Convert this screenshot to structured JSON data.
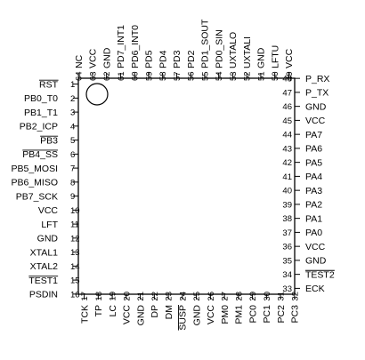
{
  "diagram": {
    "pins": {
      "left": [
        {
          "num": "1",
          "label": "RST",
          "overline": true
        },
        {
          "num": "2",
          "label": "PB0_T0",
          "overline": false
        },
        {
          "num": "3",
          "label": "PB1_T1",
          "overline": false
        },
        {
          "num": "4",
          "label": "PB2_ICP",
          "overline": false
        },
        {
          "num": "5",
          "label": "PB3",
          "overline": true
        },
        {
          "num": "6",
          "label": "PB4_SS",
          "overline": true
        },
        {
          "num": "7",
          "label": "PB5_MOSI",
          "overline": false
        },
        {
          "num": "8",
          "label": "PB6_MISO",
          "overline": false
        },
        {
          "num": "9",
          "label": "PB7_SCK",
          "overline": false
        },
        {
          "num": "10",
          "label": "VCC",
          "overline": false
        },
        {
          "num": "11",
          "label": "LFT",
          "overline": false
        },
        {
          "num": "12",
          "label": "GND",
          "overline": false
        },
        {
          "num": "13",
          "label": "XTAL1",
          "overline": false
        },
        {
          "num": "14",
          "label": "XTAL2",
          "overline": false
        },
        {
          "num": "15",
          "label": "TEST1",
          "overline": true
        },
        {
          "num": "16",
          "label": "PSDIN",
          "overline": false
        }
      ],
      "bottom": [
        {
          "num": "17",
          "label": "TCK",
          "overline": false
        },
        {
          "num": "18",
          "label": "TP",
          "overline": false
        },
        {
          "num": "19",
          "label": "LC",
          "overline": false
        },
        {
          "num": "20",
          "label": "VCC",
          "overline": false
        },
        {
          "num": "21",
          "label": "GND",
          "overline": false
        },
        {
          "num": "22",
          "label": "DP",
          "overline": false
        },
        {
          "num": "23",
          "label": "DM",
          "overline": false
        },
        {
          "num": "24",
          "label": "SUSP",
          "overline": true
        },
        {
          "num": "25",
          "label": "GND",
          "overline": false
        },
        {
          "num": "26",
          "label": "VCC",
          "overline": false
        },
        {
          "num": "27",
          "label": "PM0",
          "overline": false
        },
        {
          "num": "28",
          "label": "PM1",
          "overline": false
        },
        {
          "num": "29",
          "label": "PC0",
          "overline": false
        },
        {
          "num": "30",
          "label": "PC1",
          "overline": false
        },
        {
          "num": "31",
          "label": "PC2",
          "overline": false
        },
        {
          "num": "32",
          "label": "PC3",
          "overline": false
        }
      ],
      "right": [
        {
          "num": "33",
          "label": "ECK",
          "overline": false
        },
        {
          "num": "34",
          "label": "TEST2",
          "overline": true
        },
        {
          "num": "35",
          "label": "GND",
          "overline": false
        },
        {
          "num": "36",
          "label": "VCC",
          "overline": false
        },
        {
          "num": "37",
          "label": "PA0",
          "overline": false
        },
        {
          "num": "38",
          "label": "PA1",
          "overline": false
        },
        {
          "num": "39",
          "label": "PA2",
          "overline": false
        },
        {
          "num": "40",
          "label": "PA3",
          "overline": false
        },
        {
          "num": "41",
          "label": "PA4",
          "overline": false
        },
        {
          "num": "42",
          "label": "PA5",
          "overline": false
        },
        {
          "num": "43",
          "label": "PA6",
          "overline": false
        },
        {
          "num": "44",
          "label": "PA7",
          "overline": false
        },
        {
          "num": "45",
          "label": "VCC",
          "overline": false
        },
        {
          "num": "46",
          "label": "GND",
          "overline": false
        },
        {
          "num": "47",
          "label": "P_TX",
          "overline": false
        },
        {
          "num": "48",
          "label": "P_RX",
          "overline": false
        }
      ],
      "top": [
        {
          "num": "49",
          "label": "VCC",
          "overline": false
        },
        {
          "num": "50",
          "label": "LFTU",
          "overline": false
        },
        {
          "num": "51",
          "label": "GND",
          "overline": false
        },
        {
          "num": "52",
          "label": "UXTALI",
          "overline": false
        },
        {
          "num": "53",
          "label": "UXTALO",
          "overline": false
        },
        {
          "num": "54",
          "label": "PD0_SIN",
          "overline": false
        },
        {
          "num": "55",
          "label": "PD1_SOUT",
          "overline": false
        },
        {
          "num": "56",
          "label": "PD2",
          "overline": false
        },
        {
          "num": "57",
          "label": "PD3",
          "overline": false
        },
        {
          "num": "58",
          "label": "PD4",
          "overline": false
        },
        {
          "num": "59",
          "label": "PD5",
          "overline": false
        },
        {
          "num": "60",
          "label": "PD6_INT0",
          "overline": false
        },
        {
          "num": "61",
          "label": "PD7_INT1",
          "overline": false
        },
        {
          "num": "62",
          "label": "GND",
          "overline": false
        },
        {
          "num": "63",
          "label": "VCC",
          "overline": false
        },
        {
          "num": "64",
          "label": "NC",
          "overline": false
        }
      ]
    }
  }
}
